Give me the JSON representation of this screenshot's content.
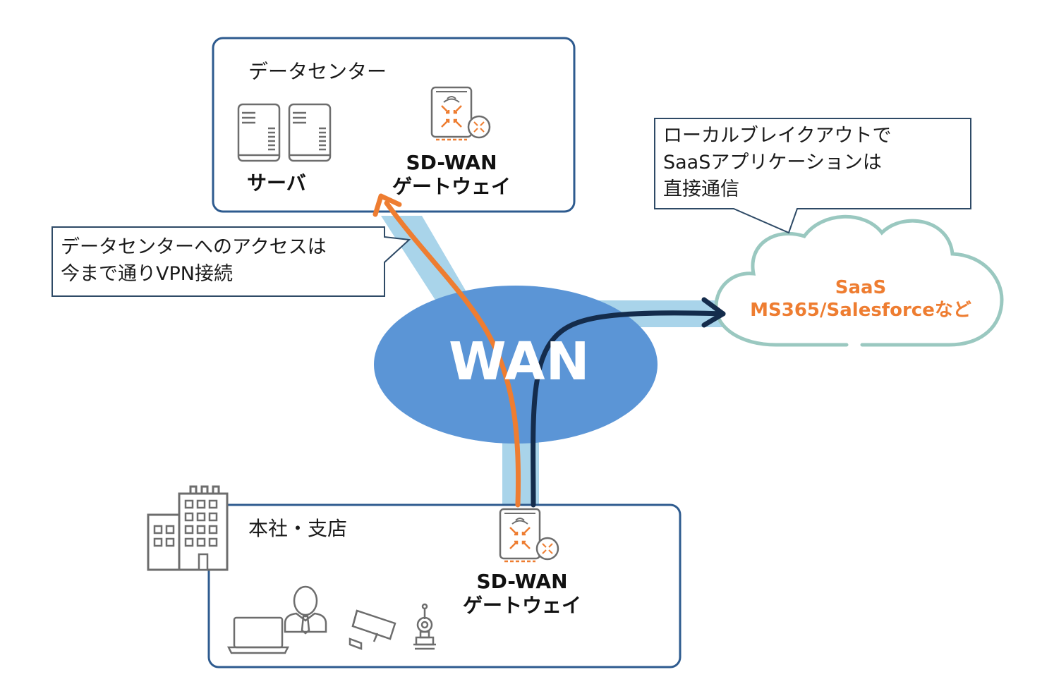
{
  "datacenter": {
    "title": "データセンター",
    "server_label": "サーバ",
    "gateway_label_line1": "SD-WAN",
    "gateway_label_line2": "ゲートウェイ"
  },
  "branch": {
    "title": "本社・支店",
    "gateway_label_line1": "SD-WAN",
    "gateway_label_line2": "ゲートウェイ"
  },
  "wan": {
    "label": "WAN"
  },
  "saas": {
    "line1": "SaaS",
    "line2": "MS365/Salesforceなど"
  },
  "callout_vpn": {
    "line1": "データセンターへのアクセスは",
    "line2": "今まで通りVPN接続"
  },
  "callout_breakout": {
    "line1": "ローカルブレイクアウトで",
    "line2": "SaaSアプリケーションは",
    "line3": "直接通信"
  },
  "colors": {
    "box_border": "#2e5b8f",
    "wan_fill": "#5b95d6",
    "path_light": "#a9d4ea",
    "orange": "#ee7d31",
    "navy": "#142c4c",
    "cloud": "#9ac8c0",
    "icon_gray": "#6d6d6d"
  },
  "icons": [
    "server-icon",
    "sdwan-gateway-icon",
    "building-icon",
    "laptop-icon",
    "person-icon",
    "camera-icon",
    "sensor-icon",
    "cloud-shape"
  ]
}
